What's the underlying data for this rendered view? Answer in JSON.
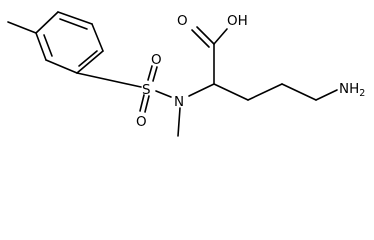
{
  "molecule": {
    "atoms": {
      "sulfur": "S",
      "sulfonyl_oxygen_top": "O",
      "sulfonyl_oxygen_bottom": "O",
      "nitrogen": "N",
      "hydroxyl": "OH",
      "carbonyl_oxygen": "O",
      "amine": "NH",
      "amine_subscript": "2"
    }
  },
  "colors": {
    "bond": "#000000",
    "label": "#000000",
    "background": "#ffffff"
  }
}
